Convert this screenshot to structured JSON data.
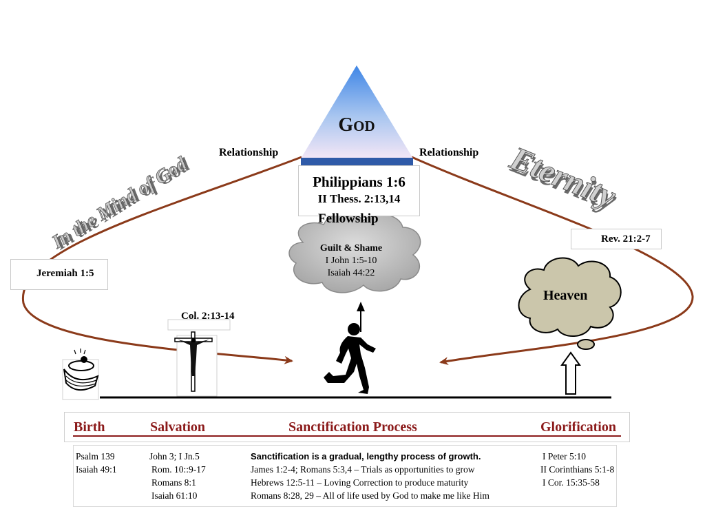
{
  "god": {
    "label_cap": "G",
    "label_rest": "OD"
  },
  "relationship": {
    "left": "Relationship",
    "right": "Relationship"
  },
  "top_refs": {
    "line1": "Philippians 1:6",
    "line2": "II Thess. 2:13,14"
  },
  "fellowship": "Fellowship",
  "arc_labels": {
    "left": "In the Mind of God",
    "right": "Eternity"
  },
  "jeremiah": "Jeremiah 1:5",
  "rev": "Rev. 21:2-7",
  "guilt_cloud": {
    "title": "Guilt & Shame",
    "line1": "I John 1:5-10",
    "line2": "Isaiah 44:22"
  },
  "heaven": "Heaven",
  "col_ref": "Col. 2:13-14",
  "stages": [
    "Birth",
    "Salvation",
    "Sanctification Process",
    "Glorification"
  ],
  "refs": {
    "birth": [
      "Psalm 139",
      "Isaiah 49:1"
    ],
    "salvation": [
      "John 3; I Jn.5",
      "Rom. 10::9-17",
      "Romans 8:1",
      "Isaiah 61:10"
    ],
    "sanctification_heading": "Sanctification is a gradual, lengthy process of growth.",
    "sanctification": [
      "James 1:2-4; Romans 5:3,4 – Trials as opportunities to grow",
      "Hebrews 12:5-11 – Loving Correction to produce maturity",
      "Romans 8:28, 29 – All  of life used by God to make me like Him"
    ],
    "glorification": [
      "I Peter 5:10",
      "II Corinthians 5:1-8",
      "I Cor. 15:35-58"
    ]
  },
  "icons": [
    "baby-cradle-icon",
    "crucifix-icon",
    "runner-icon",
    "up-arrow-icon"
  ],
  "colors": {
    "arc": "#8b3a1a",
    "stage_text": "#8b1a1a",
    "triangle_top": "#4a8fe0",
    "triangle_base": "#2f5aa8",
    "cloud_grey": "#c4c4c4",
    "heaven_cloud": "#cfcab0"
  }
}
